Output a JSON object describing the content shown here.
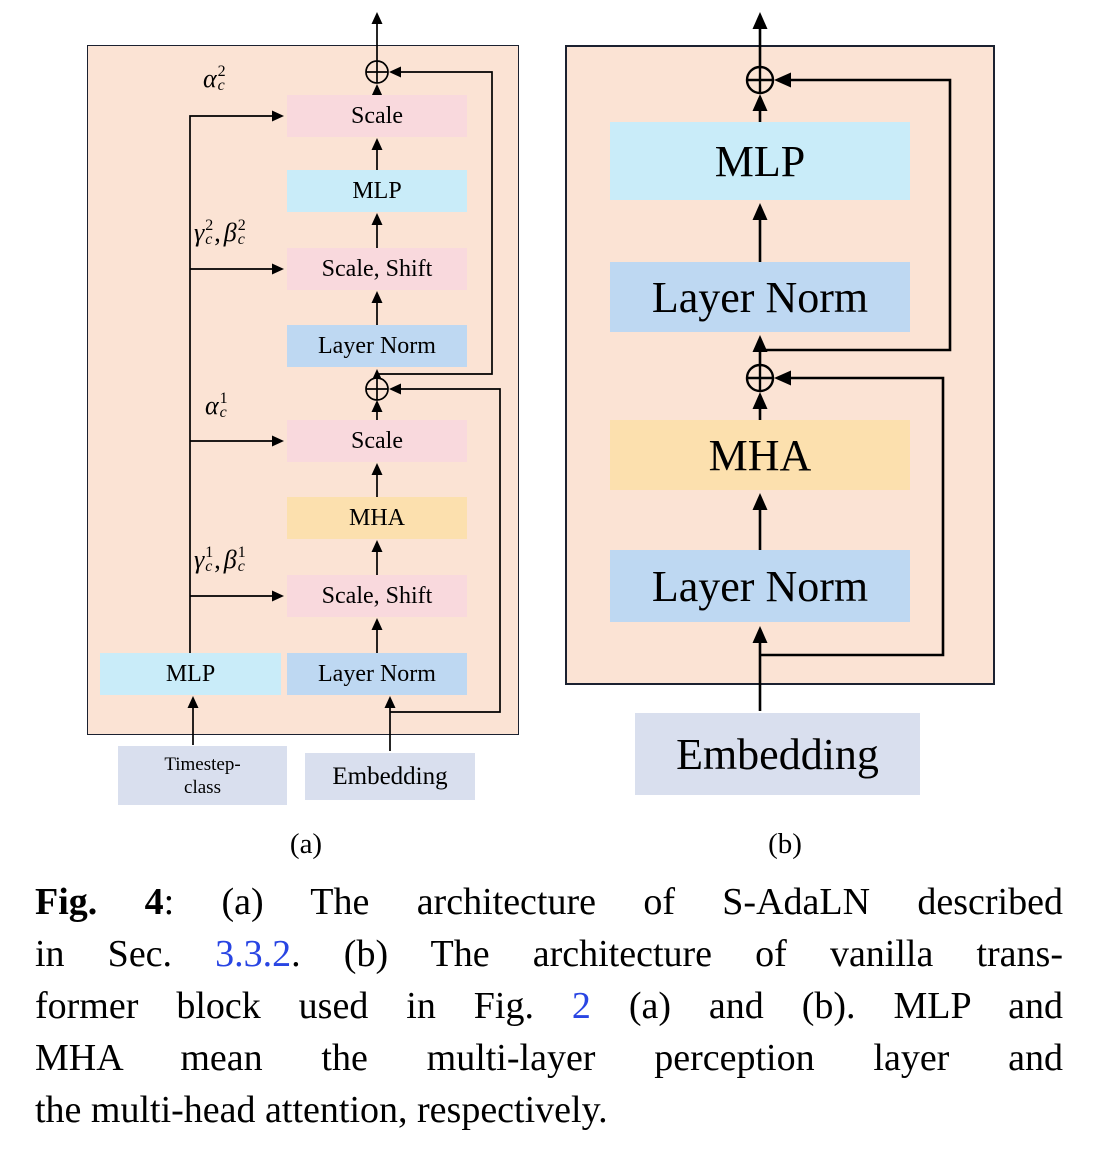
{
  "figure": {
    "panel_a": {
      "label": "(a)",
      "blocks": {
        "scale_top": "Scale",
        "mlp": "MLP",
        "scale_shift_top": "Scale, Shift",
        "layer_norm_top": "Layer Norm",
        "scale_mid": "Scale",
        "mha": "MHA",
        "scale_shift_bottom": "Scale, Shift",
        "layer_norm_bottom": "Layer Norm",
        "cond_mlp": "MLP"
      },
      "inputs": {
        "timestep_line1": "Timestep-",
        "timestep_line2": "class",
        "embedding": "Embedding"
      },
      "params": {
        "alpha2": {
          "base": "α",
          "sup": "2",
          "sub": "c"
        },
        "gamma2": {
          "base": "γ",
          "sup": "2",
          "sub": "c"
        },
        "beta2": {
          "base": "β",
          "sup": "2",
          "sub": "c"
        },
        "alpha1": {
          "base": "α",
          "sup": "1",
          "sub": "c"
        },
        "gamma1": {
          "base": "γ",
          "sup": "1",
          "sub": "c"
        },
        "beta1": {
          "base": "β",
          "sup": "1",
          "sub": "c"
        },
        "separator": ","
      }
    },
    "panel_b": {
      "label": "(b)",
      "blocks": {
        "mlp": "MLP",
        "layer_norm_top": "Layer Norm",
        "mha": "MHA",
        "layer_norm_bottom": "Layer Norm"
      },
      "inputs": {
        "embedding": "Embedding"
      }
    },
    "colors": {
      "panel_background": "#fbe3d4",
      "scale_pink": "#f9d9dd",
      "mlp_cyan": "#c9ecf9",
      "layer_norm_blue": "#bed8f2",
      "mha_orange": "#fce0ae",
      "embedding_gray": "#d9dfee",
      "link_blue": "#2945e3"
    }
  },
  "caption": {
    "line1": {
      "bold": "Fig. 4",
      "rest": ": (a) The architecture of S-AdaLN described"
    },
    "line2": {
      "pre": "in Sec. ",
      "link": "3.3.2",
      "post": ". (b) The architecture of vanilla trans-"
    },
    "line3": {
      "pre": "former block used in Fig. ",
      "link": "2",
      "post": " (a) and (b). MLP and"
    },
    "line4": {
      "text": "MHA mean the multi-layer perception layer and"
    },
    "line5": {
      "text": "the multi-head attention, respectively."
    }
  }
}
